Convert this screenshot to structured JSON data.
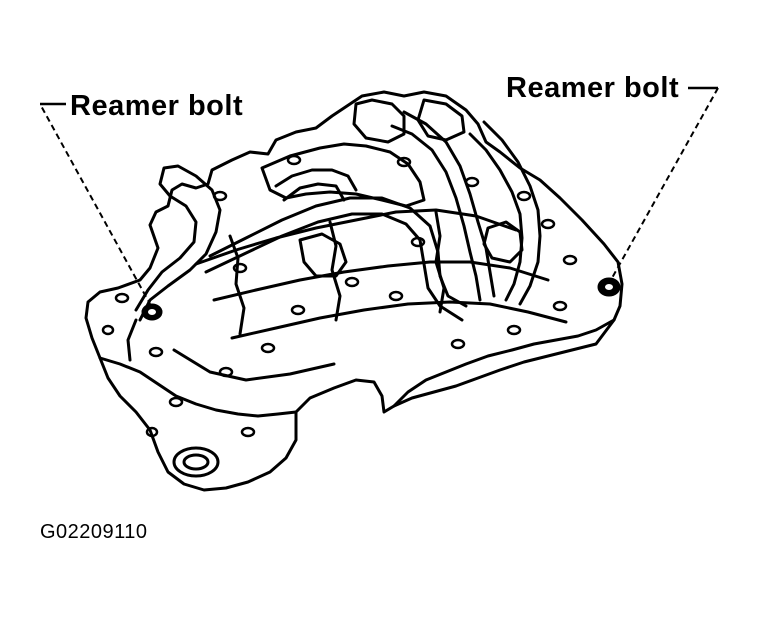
{
  "callouts": {
    "left_label": "Reamer bolt",
    "right_label": "Reamer bolt"
  },
  "figure_code": "G02209110",
  "colors": {
    "ink": "#000000",
    "paper": "#ffffff"
  }
}
